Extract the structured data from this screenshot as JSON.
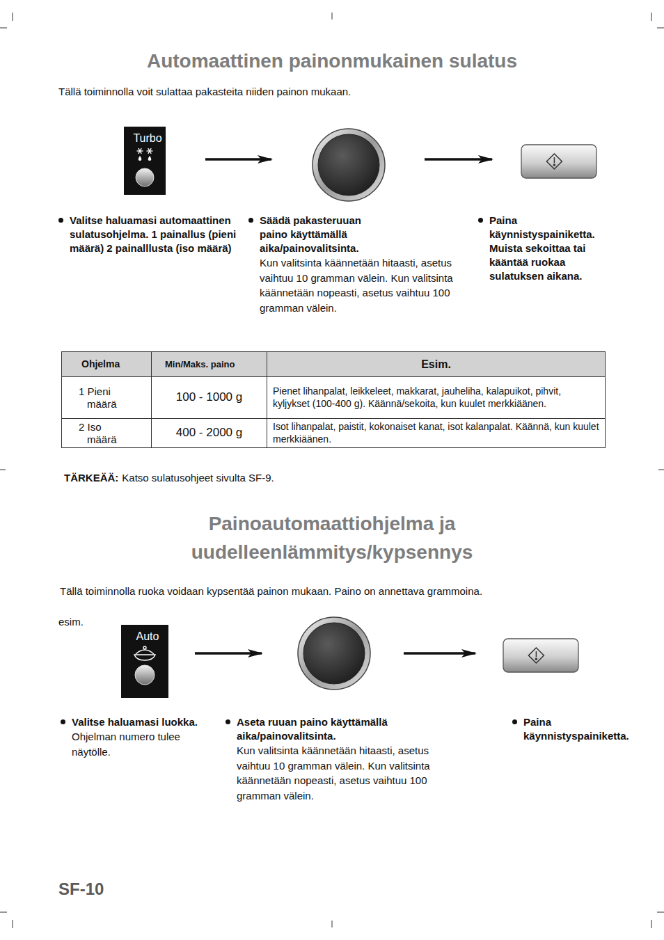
{
  "diagram": {
    "title": "Automaattinen painonmukainen sulatus",
    "nodes": [
      {
        "text": [
          "Turbo",
          "Valitse haluamasi automaattinen sulatusohjelma. 1 painallus (pieni määrä) 2 painalllusta (iso määrä)"
        ]
      },
      {
        "text": [
          "Säädä pakasteruuan paino käyttämällä aika/painovalitsinta.",
          "Kun valitsinta käännetään hitaasti, asetus vaihtuu 10 gramman välein. Kun valitsinta käännetään nopeasti, asetus vaihtuu 100 gramman välein."
        ]
      },
      {
        "text": [
          "Paina käynnistyspainiketta. Muista sekoittaa tai kääntää ruokaa sulatuksen aikana."
        ]
      },
      {
        "text": [
          "Auto",
          "Valitse haluamasi luokka.",
          "Ohjelman numero tulee näytölle."
        ]
      },
      {
        "text": [
          "Aseta ruuan paino käyttämällä aika/painovalitsinta.",
          "Kun valitsinta käännetään hitaasti, asetus vaihtuu 10 gramman välein. Kun valitsinta käännetään nopeasti, asetus vaihtuu 100 gramman välein."
        ]
      },
      {
        "text": [
          "Paina käynnistyspainiketta."
        ]
      }
    ],
    "edges": [
      {
        "from": 0,
        "to": 1,
        "arrow": "to"
      },
      {
        "from": 1,
        "to": 2,
        "arrow": "to"
      },
      {
        "from": 3,
        "to": 4,
        "arrow": "to"
      },
      {
        "from": 4,
        "to": 5,
        "arrow": "to"
      }
    ],
    "labels": [
      "Tällä toiminnolla voit sulattaa pakasteita niiden painon mukaan.",
      "Ohjelma",
      "Min/Maks. paino",
      "Esim.",
      "1 Pieni määrä",
      "100 - 1000 g",
      "Pienet lihanpalat, leikkeleet, makkarat, jauheliha, kalapuikot, pihvit, kyljykset (100-400 g). Käännä/sekoita, kun kuulet merkkiäänen.",
      "2 Iso määrä",
      "400 - 2000 g",
      "Isot lihanpalat, paistit, kokonaiset kanat, isot kalanpalat. Käännä, kun kuulet merkkiäänen.",
      "TÄRKEÄÄ:",
      "Katso sulatusohjeet sivulta SF-9.",
      "Painoautomaattiohjelma ja uudelleenlämmitys/kypsennys",
      "Tällä toiminnolla ruoka voidaan kypsentää painon mukaan. Paino on annettava grammoina.",
      "esim.",
      "SF-10"
    ]
  }
}
